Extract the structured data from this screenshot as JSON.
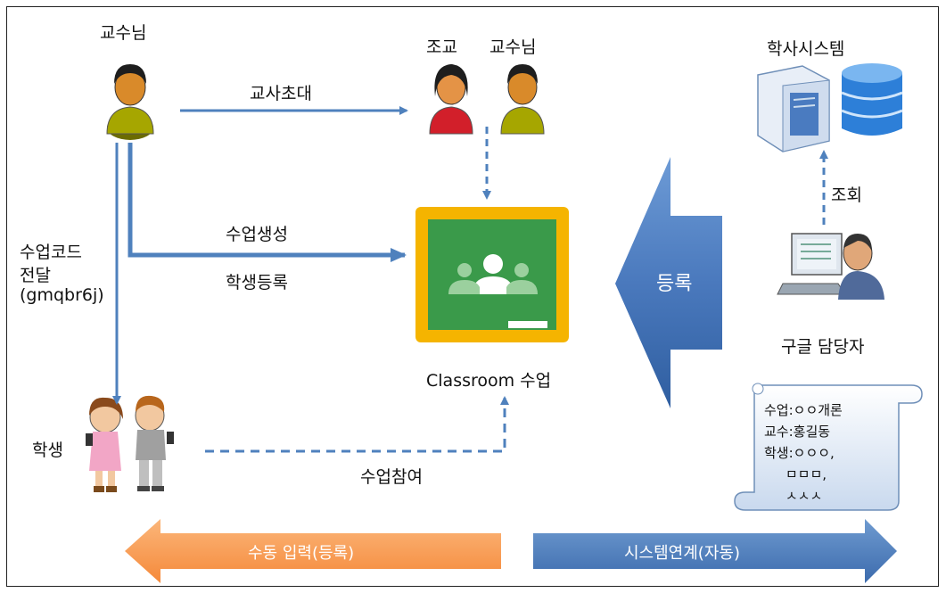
{
  "professor_label": "교수님",
  "invite_label": "교사초대",
  "assistant_label": "조교",
  "professor2_label": "교수님",
  "academic_system_label": "학사시스템",
  "lookup_label": "조회",
  "create_class_label": "수업생성",
  "register_students_label": "학생등록",
  "class_code_label": [
    "수업코드",
    "전달",
    "(gmqbr6j)"
  ],
  "classroom_label": "Classroom 수업",
  "register_label": "등록",
  "manager_label": "구글 담당자",
  "student_label": "학생",
  "join_label": "수업참여",
  "scroll_lines": [
    "수업:ㅇㅇ개론",
    "교수:홍길동",
    "학생:ㅇㅇㅇ,",
    "     ㅁㅁㅁ,",
    "     ㅅㅅㅅ"
  ],
  "manual_input_label": "수동 입력(등록)",
  "system_link_label": "시스템연계(자동)",
  "colors": {
    "arrow_blue": "#4f81bd",
    "orange": "#f79646",
    "classroom_green": "#3a9a4a",
    "classroom_frame": "#f5b400"
  }
}
